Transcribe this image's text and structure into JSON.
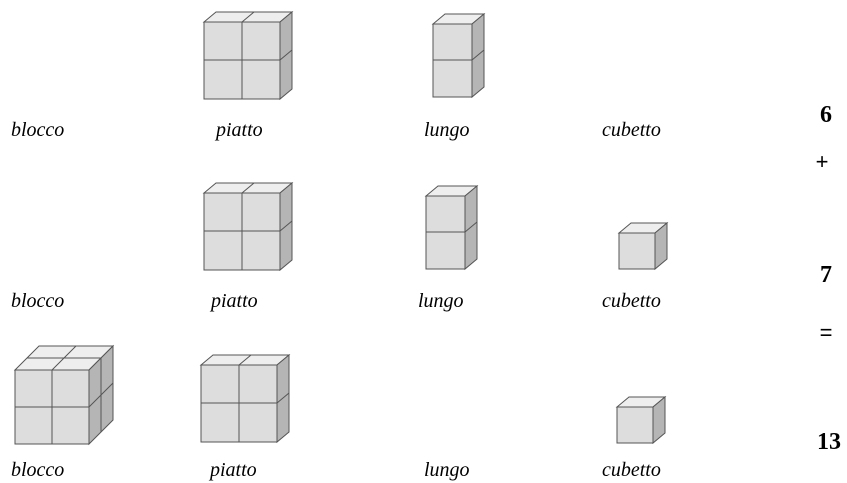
{
  "rows": [
    {
      "shows": {
        "blocco": false,
        "piatto": true,
        "lungo": true,
        "cubetto": false
      },
      "labels": {
        "blocco": "blocco",
        "piatto": "piatto",
        "lungo": "lungo",
        "cubetto": "cubetto"
      }
    },
    {
      "shows": {
        "blocco": false,
        "piatto": true,
        "lungo": true,
        "cubetto": true
      },
      "labels": {
        "blocco": "blocco",
        "piatto": "piatto",
        "lungo": "lungo",
        "cubetto": "cubetto"
      }
    },
    {
      "shows": {
        "blocco": true,
        "piatto": true,
        "lungo": false,
        "cubetto": true
      },
      "labels": {
        "blocco": "blocco",
        "piatto": "piatto",
        "lungo": "lungo",
        "cubetto": "cubetto"
      }
    }
  ],
  "equation": {
    "first": "6",
    "plus": "+",
    "second": "7",
    "equals": "=",
    "result": "13"
  }
}
